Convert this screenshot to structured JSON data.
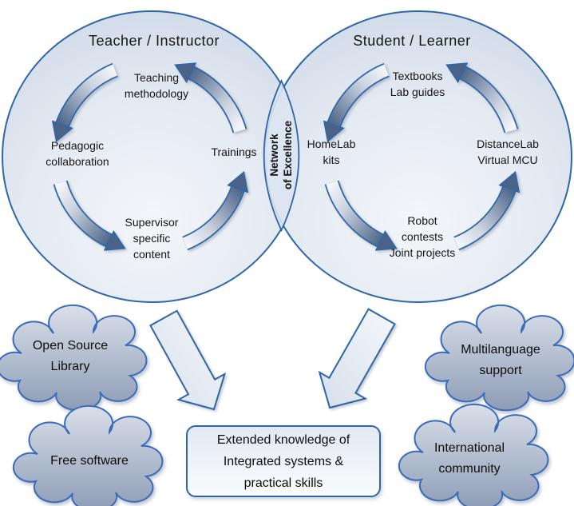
{
  "venn": {
    "left": {
      "title": "Teacher / Instructor",
      "top": "Teaching\nmethodology",
      "west": "Pedagogic\ncollaboration",
      "east": "Trainings",
      "south": "Supervisor\nspecific\ncontent"
    },
    "right": {
      "title": "Student / Learner",
      "top": "Textbooks\nLab guides",
      "west": "HomeLab\nkits",
      "east": "DistanceLab\nVirtual MCU",
      "south": "Robot\ncontests\nJoint projects"
    },
    "intersection": "Network\nof Excellence"
  },
  "clouds": [
    {
      "label": "Open Source\nLibrary"
    },
    {
      "label": "Free software"
    },
    {
      "label": "Multilanguage\nsupport"
    },
    {
      "label": "International\ncommunity"
    }
  ],
  "outcome": {
    "label": "Extended knowledge of\nIntegrated systems &\npractical skills"
  },
  "colors": {
    "outline_blue": "#2f66a8",
    "cloud_border_blue": "#3a6cba",
    "circle_fill_center": "#f2f5f9",
    "circle_fill_edge": "#cfd9e8",
    "arc_dark": "#4e6789",
    "arc_light": "#f4f6f9",
    "cloud_top": "#d9dfe9",
    "cloud_bottom": "#8d9cb6",
    "text": "#141414",
    "background": "#ffffff"
  }
}
